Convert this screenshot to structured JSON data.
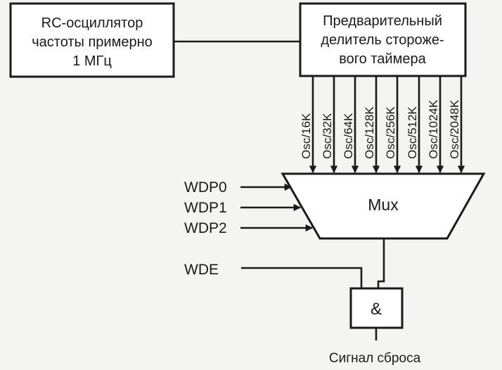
{
  "oscillator": {
    "lines": [
      "RC-осциллятор",
      "частоты примерно",
      "1 МГц"
    ]
  },
  "prescaler": {
    "lines": [
      "Предварительный",
      "делитель стороже-",
      "вого таймера"
    ]
  },
  "taps": [
    "Osc/16K",
    "Osc/32K",
    "Osc/64K",
    "Osc/128K",
    "Osc/256K",
    "Osc/512K",
    "Osc/1024K",
    "Osc/2048K"
  ],
  "mux": {
    "label": "Mux"
  },
  "select_inputs": [
    "WDP0",
    "WDP1",
    "WDP2"
  ],
  "enable_input": "WDE",
  "and_gate": {
    "symbol": "&"
  },
  "output": {
    "label": "Сигнал сброса"
  }
}
